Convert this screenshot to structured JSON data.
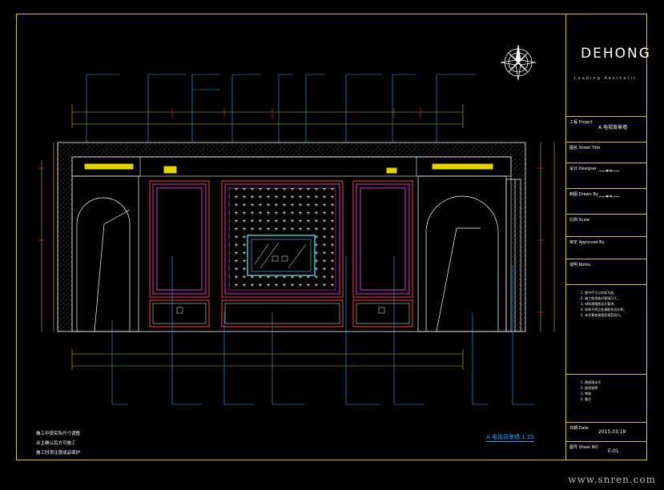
{
  "title_block": {
    "logo": "DEHONG",
    "tagline": "Leading Aesthetic",
    "drawing_name": "A 电视背景墙",
    "date": "2015.03.19",
    "sheet_no": "E-01",
    "labels": {
      "project": "工程 Project",
      "title": "图名 Sheet Title",
      "designer": "设计 Designer",
      "drawn": "制图 Drawn By",
      "scale": "比例 Scale",
      "approved": "审定 Approved By",
      "notes": "说明 Notes",
      "date": "日期 Date",
      "sheet": "图号 Sheet NO."
    }
  },
  "notes_block": [
    "1. 图中尺寸以实际为准。",
    "2. 施工前须核对现场尺寸。",
    "3. 材料规格按设计要求。",
    "4. 如有不明之处请联系设计师。",
    "5. 未尽事宜按国家规范执行。"
  ],
  "revision_lines": [
    "1. 图纸版本号",
    "2. 修改说明",
    "3. 审核",
    "4. 备注"
  ],
  "bottom_notes": [
    "施工中按实际尺寸调整",
    "业主确认后方可施工",
    "施工时须注意成品保护"
  ],
  "drawing_title": "A 电视背景墙 1:25",
  "watermark": "www.snren.com"
}
